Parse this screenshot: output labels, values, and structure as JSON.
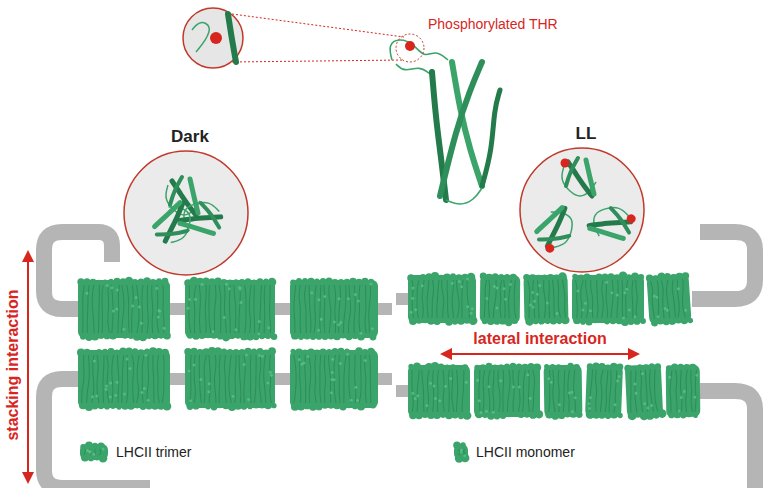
{
  "diagram": {
    "nodes": [
      {
        "text": [
          "Dark"
        ]
      },
      {
        "text": [
          "LL"
        ]
      }
    ],
    "labels": [
      "Phosphorylated THR",
      "stacking interaction",
      "lateral interaction"
    ],
    "legend": [
      {
        "text": "LHCII trimer"
      },
      {
        "text": "LHCII monomer"
      }
    ]
  }
}
